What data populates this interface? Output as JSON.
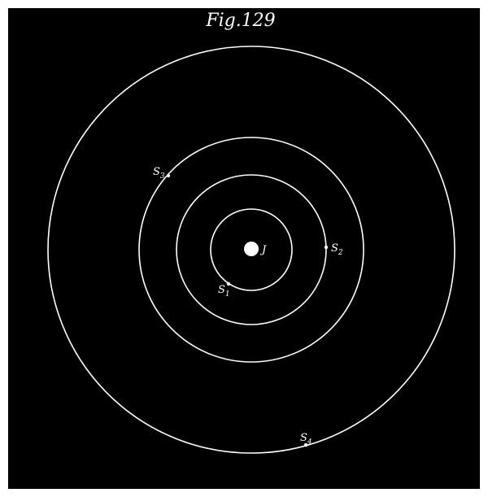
{
  "figure": {
    "title": "Fig.129",
    "background_color": "#000000",
    "line_color": "#ffffff",
    "frame_color": "#ffffff"
  },
  "planet": {
    "label": "J"
  },
  "satellites": [
    {
      "id": "s1",
      "label": "S1",
      "label_main": "S",
      "label_sub": "1",
      "orbit": "orbit-1"
    },
    {
      "id": "s2",
      "label": "S2",
      "label_main": "S",
      "label_sub": "2",
      "orbit": "orbit-2"
    },
    {
      "id": "s3",
      "label": "S3",
      "label_main": "S",
      "label_sub": "3",
      "orbit": "orbit-3"
    },
    {
      "id": "s4",
      "label": "S4",
      "label_main": "S",
      "label_sub": "4",
      "orbit": "orbit-4"
    }
  ]
}
